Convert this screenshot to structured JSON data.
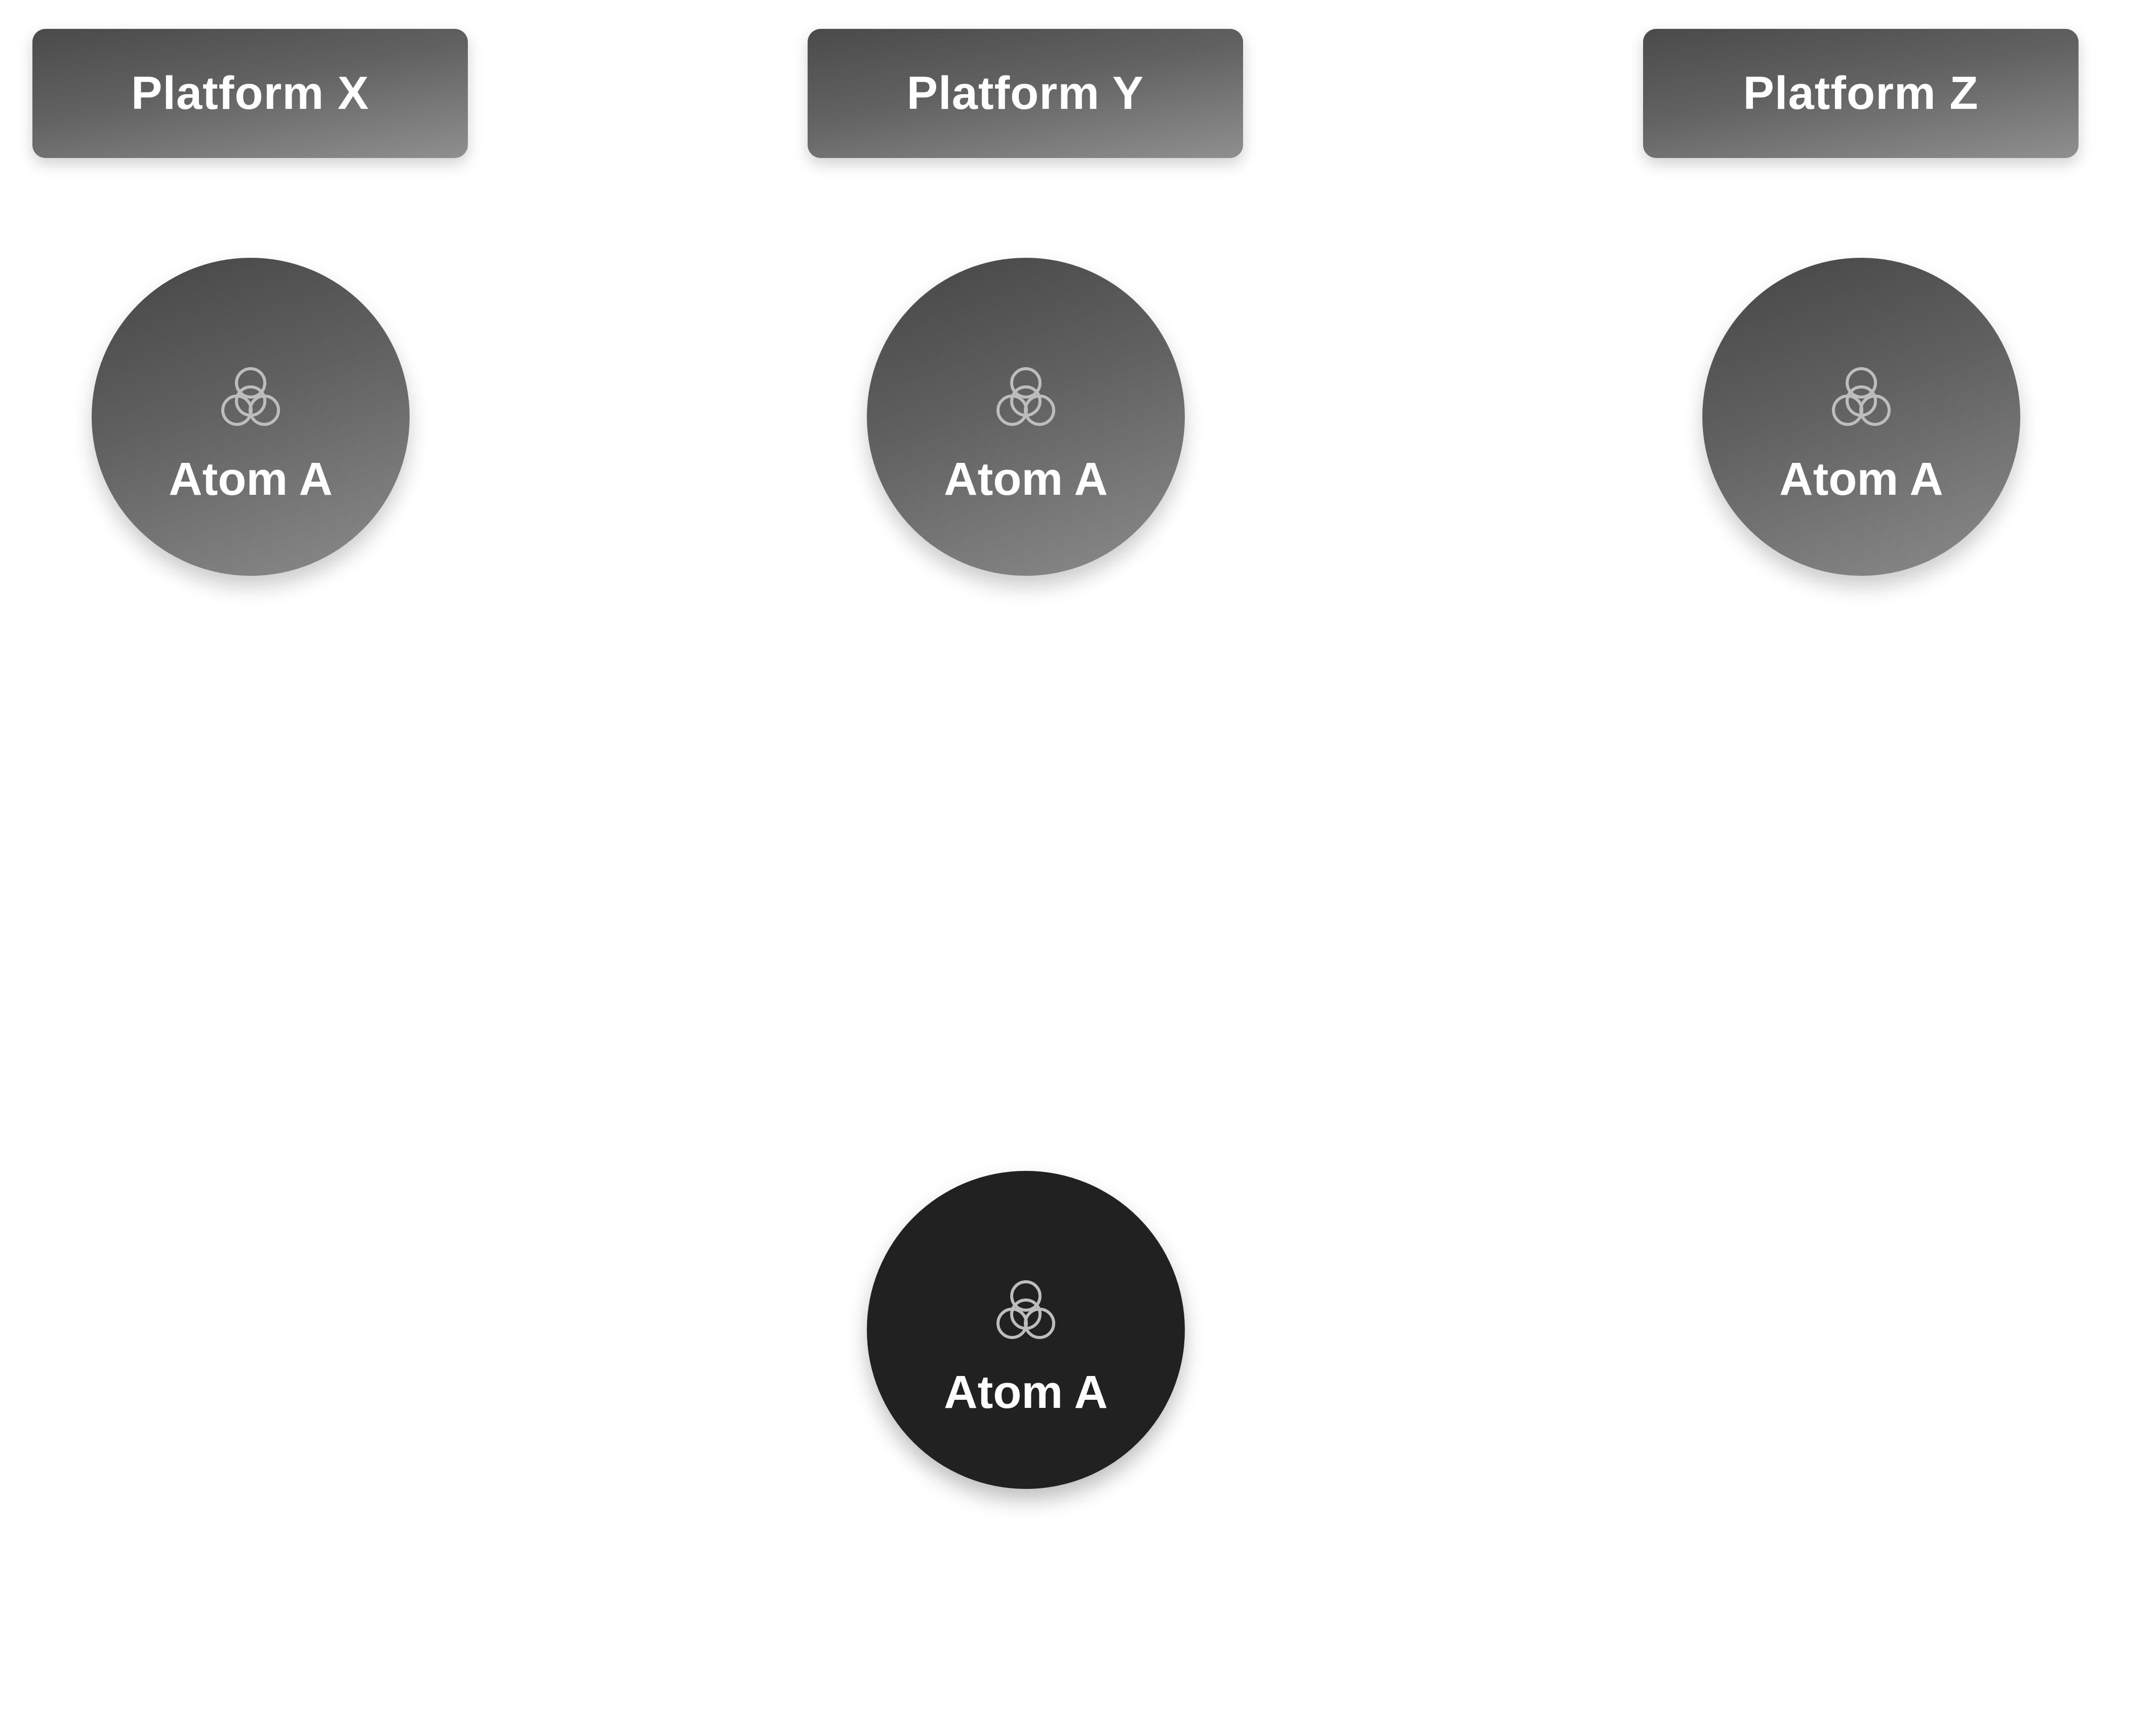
{
  "platforms": [
    {
      "label": "Platform X"
    },
    {
      "label": "Platform Y"
    },
    {
      "label": "Platform Z"
    }
  ],
  "atoms": [
    {
      "label": "Atom A",
      "icon": "three-circles-icon"
    },
    {
      "label": "Atom A",
      "icon": "three-circles-icon"
    },
    {
      "label": "Atom A",
      "icon": "three-circles-icon"
    },
    {
      "label": "Atom A",
      "icon": "three-circles-icon"
    }
  ],
  "colors": {
    "platform_gradient_start": "#4a4a4a",
    "platform_gradient_end": "#8f8f8f",
    "atom_dark": "#212121",
    "text": "#ffffff"
  }
}
